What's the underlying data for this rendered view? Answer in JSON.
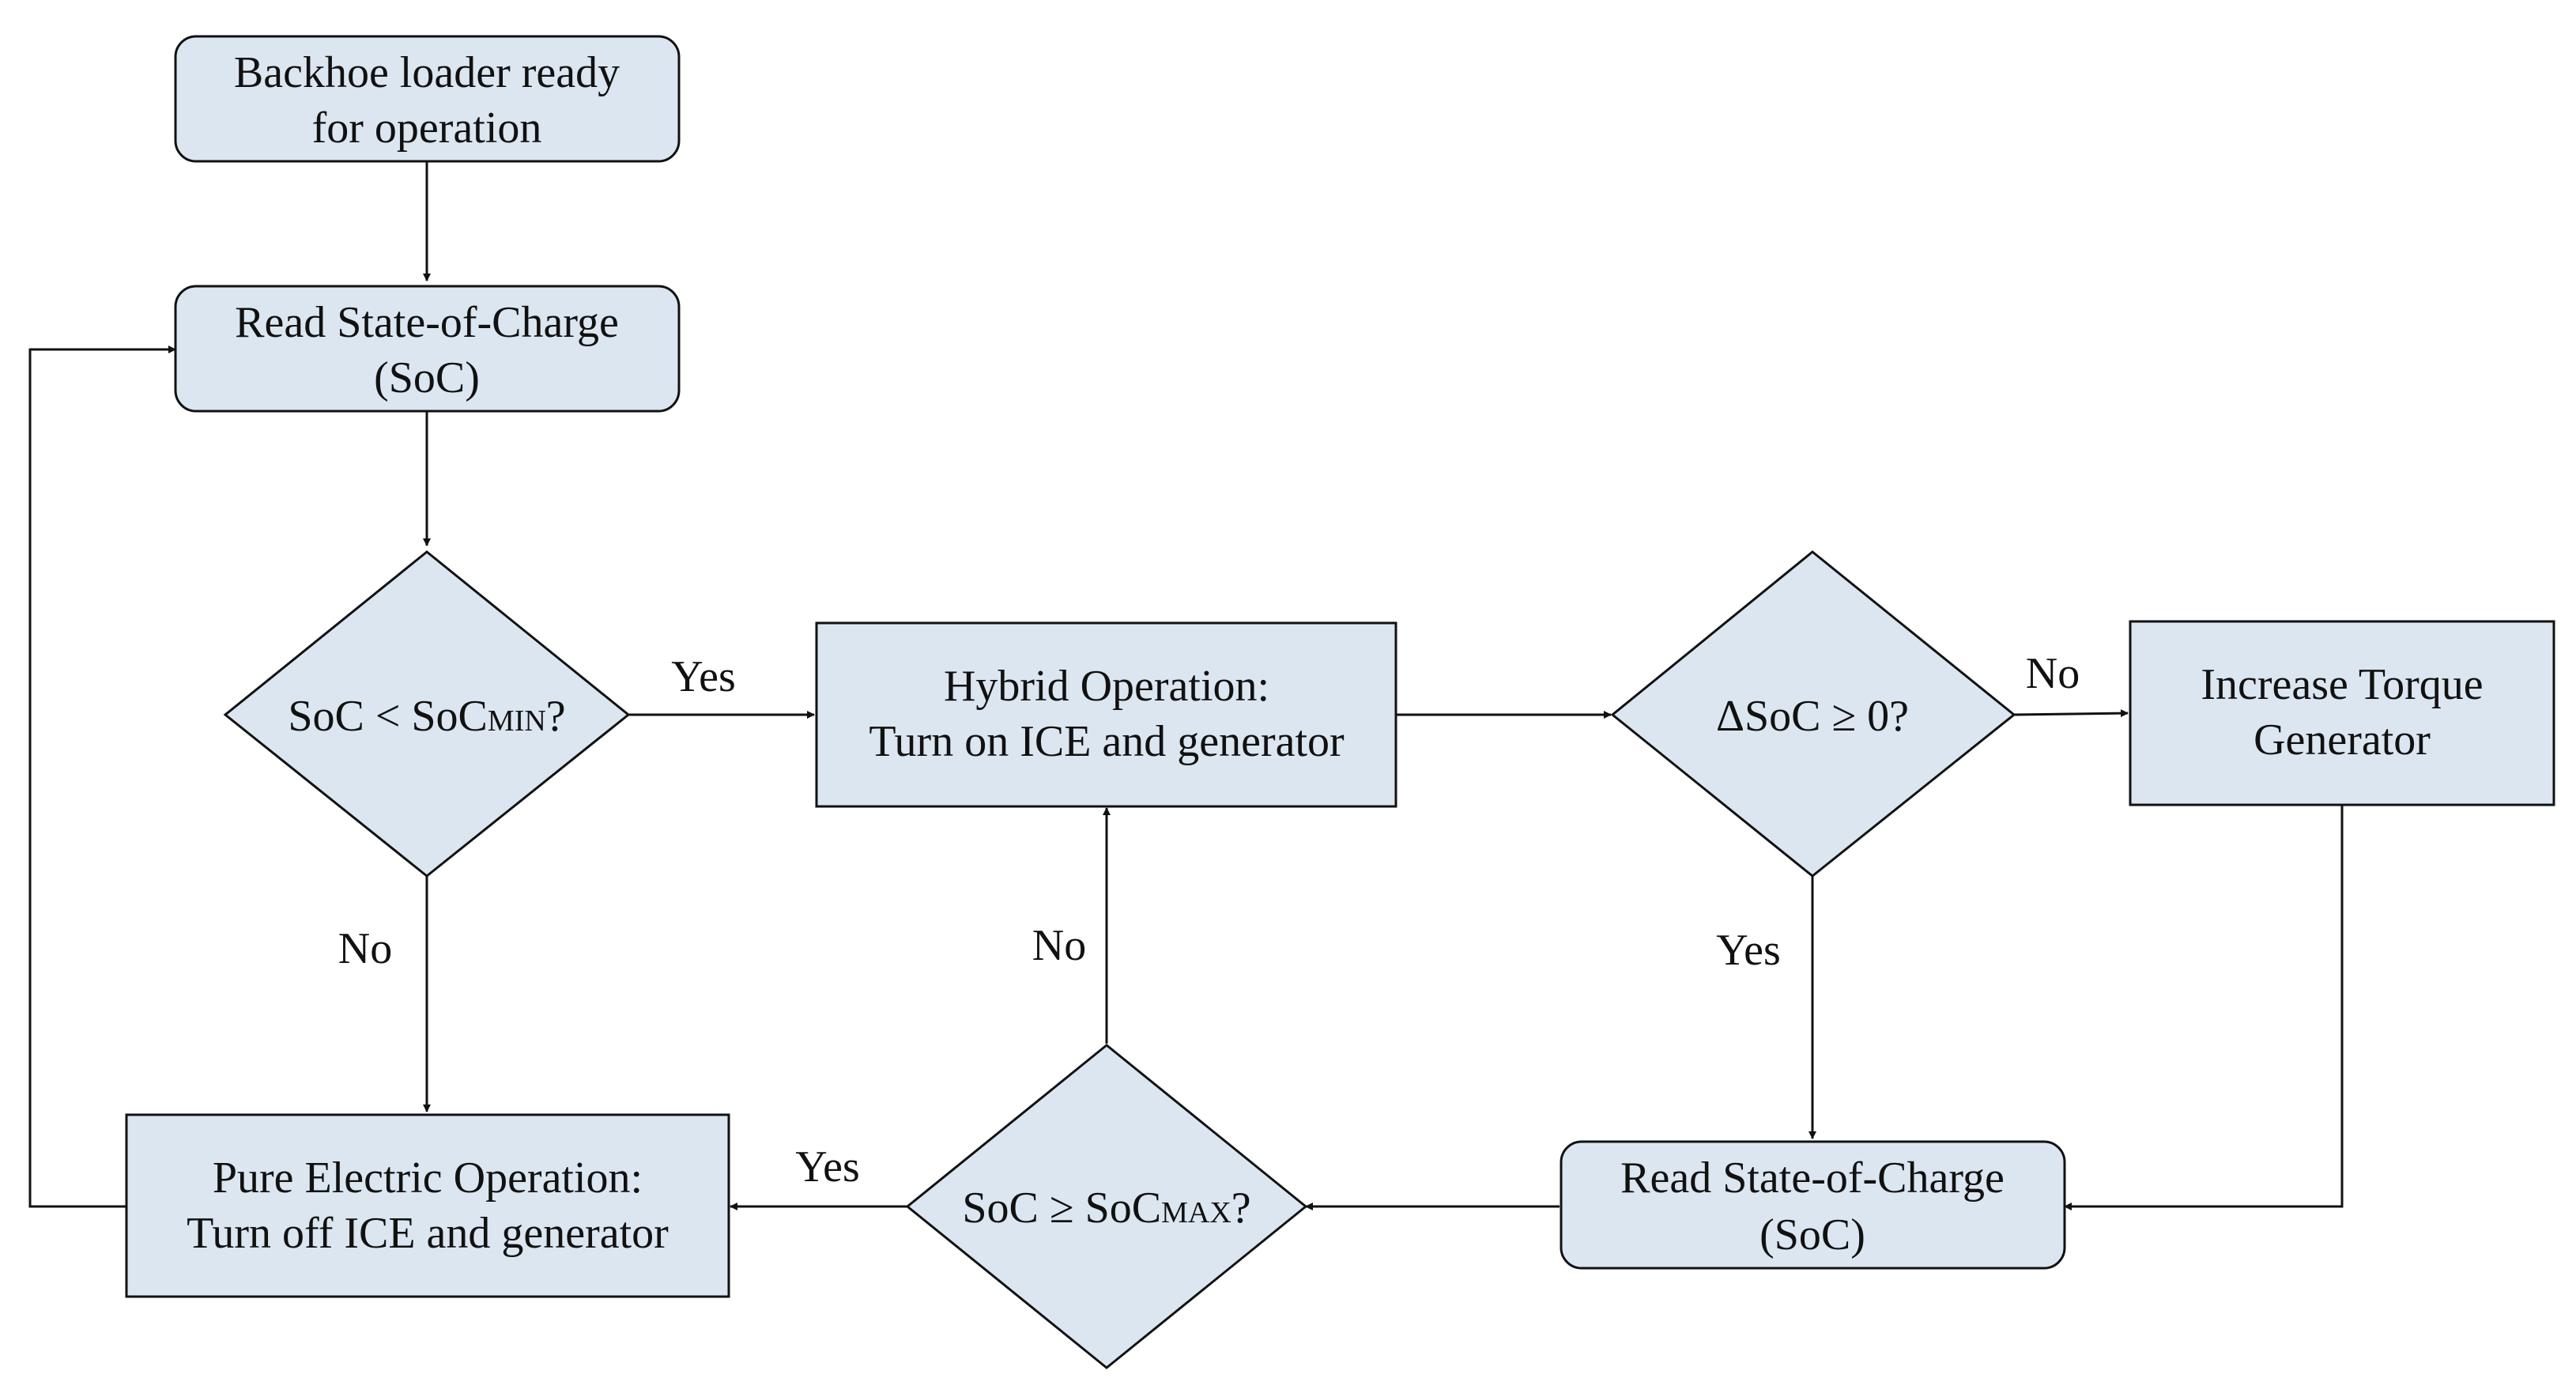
{
  "colors": {
    "node_fill": "#dce6f0",
    "stroke": "#111111",
    "background": "#ffffff"
  },
  "nodes": {
    "start": {
      "line1": "Backhoe loader ready",
      "line2": "for operation"
    },
    "read_soc_top": {
      "line1": "Read State-of-Charge",
      "line2": "(SoC)"
    },
    "check_min": {
      "pre": "SoC < SoC",
      "sub": "MIN",
      "post": "?"
    },
    "hybrid": {
      "line1": "Hybrid Operation:",
      "line2": "Turn on ICE and generator"
    },
    "check_delta": {
      "text": "ΔSoC ≥ 0?"
    },
    "increase_torque": {
      "line1": "Increase Torque",
      "line2": "Generator"
    },
    "read_soc_bottom": {
      "line1": "Read State-of-Charge",
      "line2": "(SoC)"
    },
    "check_max": {
      "pre": "SoC ≥ SoC",
      "sub": "MAX",
      "post": "?"
    },
    "pure_electric": {
      "line1": "Pure Electric Operation:",
      "line2": "Turn off ICE and generator"
    }
  },
  "edge_labels": {
    "min_yes": "Yes",
    "min_no": "No",
    "delta_no": "No",
    "delta_yes": "Yes",
    "max_no": "No",
    "max_yes": "Yes"
  }
}
